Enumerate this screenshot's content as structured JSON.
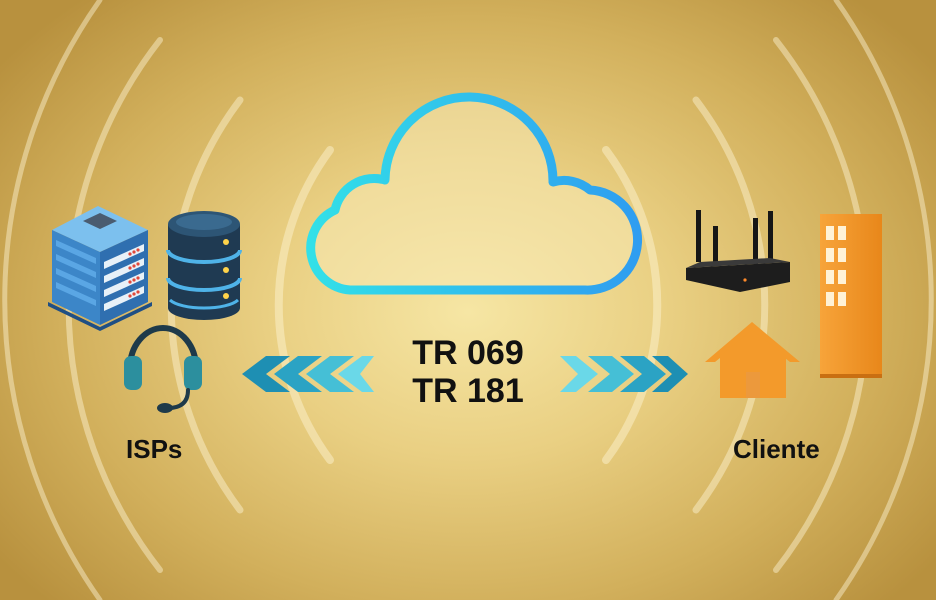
{
  "protocols": [
    "TR 069",
    "TR 181"
  ],
  "left_group": {
    "label": "ISPs",
    "icons": [
      "server-rack-icon",
      "database-icon",
      "headset-icon"
    ]
  },
  "right_group": {
    "label": "Cliente",
    "icons": [
      "router-icon",
      "house-icon",
      "building-icon"
    ]
  },
  "center_icon": "cloud-icon",
  "colors": {
    "background_center": "#f6e6a4",
    "background_edge": "#b8913e",
    "cloud_stroke": "#3fb6f2",
    "arrow_dark": "#1e8fb3",
    "arrow_light": "#63d6e8",
    "client_orange": "#f39a2b",
    "server_blue": "#3f8fd6",
    "database_dark": "#1f3a52",
    "headset_teal": "#2c8f9e"
  }
}
